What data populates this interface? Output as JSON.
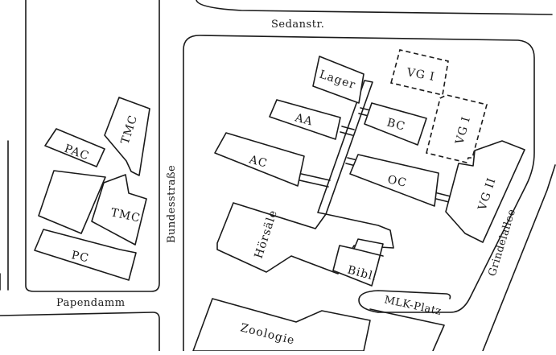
{
  "streets": {
    "sedanstr": "Sedanstr.",
    "bundesstrasse": "Bundesstraße",
    "papendamm": "Papendamm",
    "grindelallee": "Grindelallee",
    "mlk_platz": "MLK-Platz"
  },
  "buildings": {
    "pac": "PAC",
    "tmc_top": "TMC",
    "tmc_bottom": "TMC",
    "pc": "PC",
    "lager": "Lager",
    "aa": "AA",
    "ac": "AC",
    "bc": "BC",
    "oc": "OC",
    "vg1_top": "VG I",
    "vg1_right": "VG I",
    "vg2": "VG II",
    "hoersaele": "Hörsäle",
    "bibl": "Bibl.",
    "zoologie": "Zoologie"
  }
}
